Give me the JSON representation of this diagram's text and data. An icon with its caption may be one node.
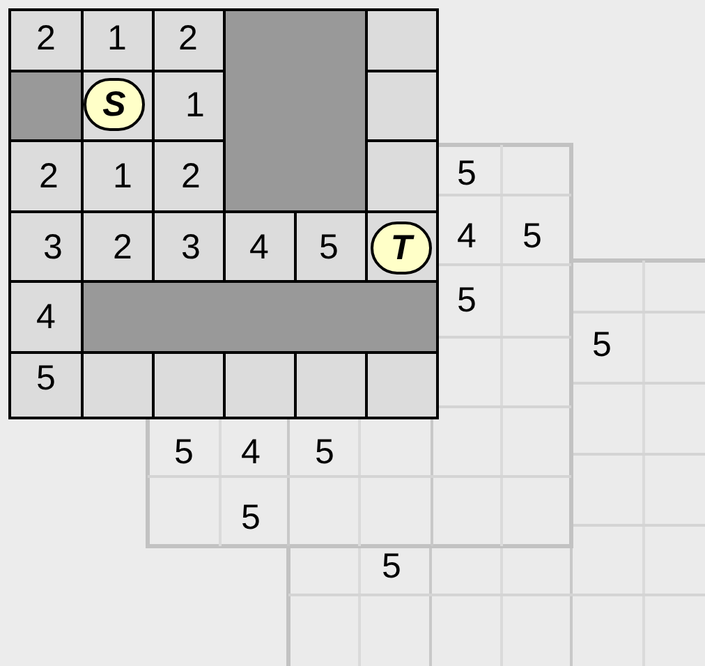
{
  "diagram": {
    "nodes": [
      {
        "text": [
          "S"
        ]
      },
      {
        "text": [
          "T"
        ]
      }
    ],
    "labels": [
      "2",
      "1",
      "2",
      "1",
      "2",
      "1",
      "2",
      "3",
      "2",
      "3",
      "4",
      "5",
      "4",
      "5",
      "5",
      "4",
      "5",
      "5",
      "5",
      "4",
      "5",
      "5",
      "5",
      "5"
    ]
  }
}
